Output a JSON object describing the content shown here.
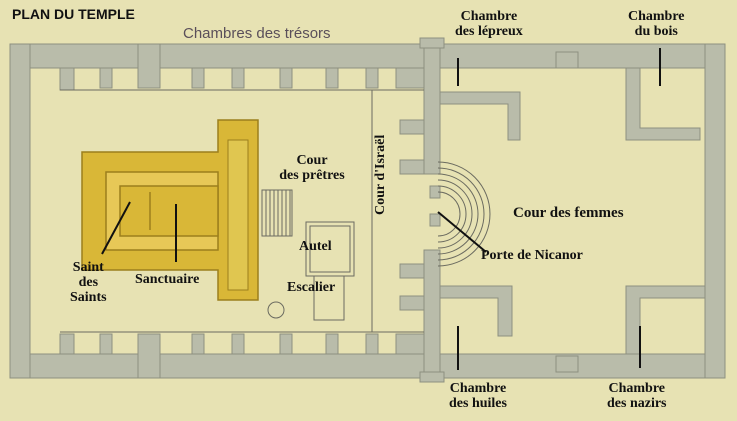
{
  "title": "PLAN DU TEMPLE",
  "labels": {
    "chambres_tresors": "Chambres des trésors",
    "chambre_lepreux_1": "Chambre",
    "chambre_lepreux_2": "des lépreux",
    "chambre_bois_1": "Chambre",
    "chambre_bois_2": "du bois",
    "cour_pretres_1": "Cour",
    "cour_pretres_2": "des prêtres",
    "cour_israel": "Cour d'Israël",
    "cour_femmes": "Cour des femmes",
    "porte_nicanor": "Porte de Nicanor",
    "autel": "Autel",
    "escalier": "Escalier",
    "sanctuaire": "Sanctuaire",
    "saint_saints_1": "Saint",
    "saint_saints_2": "des",
    "saint_saints_3": "Saints",
    "chambre_huiles_1": "Chambre",
    "chambre_huiles_2": "des huiles",
    "chambre_nazirs_1": "Chambre",
    "chambre_nazirs_2": "des nazirs"
  },
  "colors": {
    "background": "#e7e2b3",
    "wall": "#b9bcaa",
    "sanctuary": "#d9b737"
  }
}
